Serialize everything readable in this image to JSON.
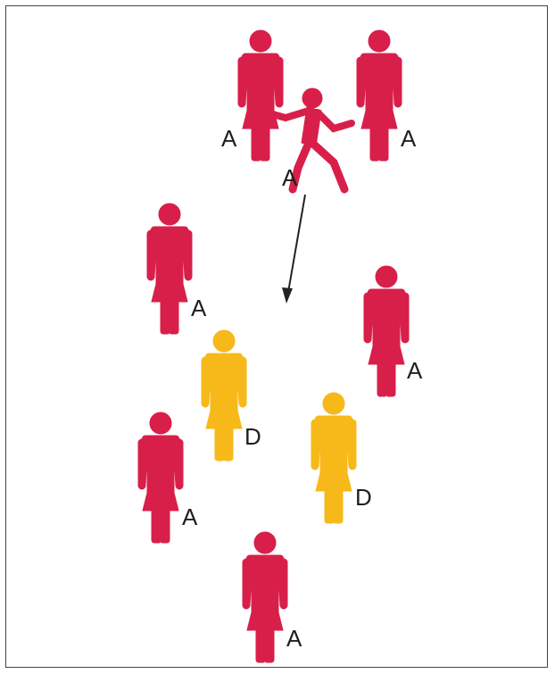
{
  "colors": {
    "attacker": "#d81f4a",
    "defender": "#f7b919",
    "arrow": "#222222",
    "frame": "#444444"
  },
  "players": [
    {
      "id": "a-top-left",
      "role": "attacker",
      "label": "A",
      "pose": "standing"
    },
    {
      "id": "a-top-right",
      "role": "attacker",
      "label": "A",
      "pose": "standing"
    },
    {
      "id": "a-runner",
      "role": "attacker",
      "label": "A",
      "pose": "running"
    },
    {
      "id": "a-mid-left",
      "role": "attacker",
      "label": "A",
      "pose": "standing"
    },
    {
      "id": "a-mid-right",
      "role": "attacker",
      "label": "A",
      "pose": "standing"
    },
    {
      "id": "d-left",
      "role": "defender",
      "label": "D",
      "pose": "standing"
    },
    {
      "id": "d-right",
      "role": "defender",
      "label": "D",
      "pose": "standing"
    },
    {
      "id": "a-low-left",
      "role": "attacker",
      "label": "A",
      "pose": "standing"
    },
    {
      "id": "a-bottom",
      "role": "attacker",
      "label": "A",
      "pose": "standing"
    }
  ],
  "arrow": {
    "from": "a-runner",
    "direction": "down"
  }
}
